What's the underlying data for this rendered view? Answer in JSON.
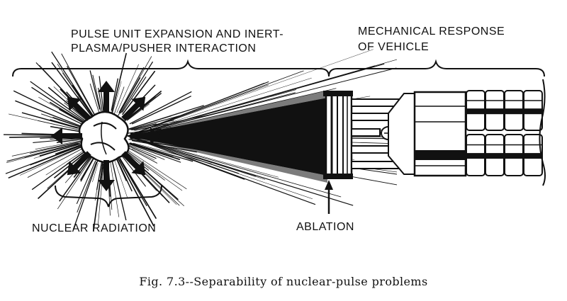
{
  "labels": {
    "pulse_line1": "PULSE UNIT EXPANSION AND INERT-",
    "pulse_line2": "PLASMA/PUSHER INTERACTION",
    "mech_line1": "MECHANICAL RESPONSE",
    "mech_line2": "OF VEHICLE",
    "nuclear_radiation": "NUCLEAR RADIATION",
    "ablation": "ABLATION"
  },
  "caption": "Fig. 7.3--Separability of nuclear-pulse problems",
  "colors": {
    "ink": "#111111",
    "background": "#ffffff"
  }
}
